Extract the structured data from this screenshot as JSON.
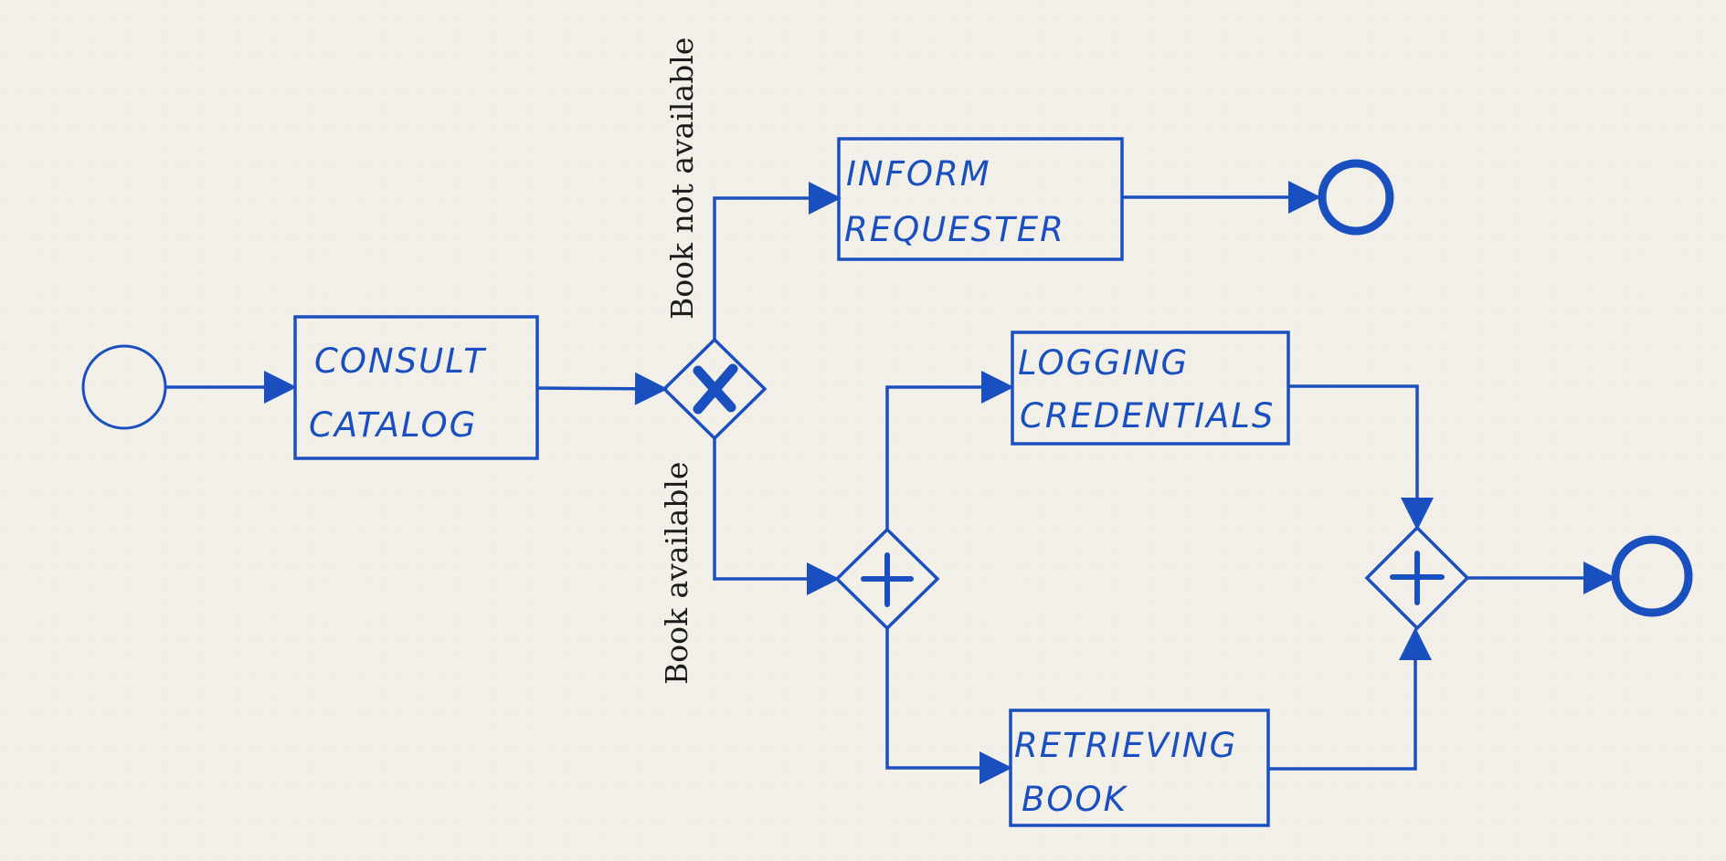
{
  "diagram": {
    "tasks": {
      "consult_catalog": [
        "CONSULT",
        "CATALOG"
      ],
      "inform_requester": [
        "INFORM",
        "REQUESTER"
      ],
      "logging_credentials": [
        "LOGGING",
        "CREDENTIALS"
      ],
      "retrieving_book": [
        "RETRIEVING",
        "BOOK"
      ]
    },
    "edge_labels": {
      "not_available": "Book not available",
      "available": "Book available"
    },
    "colors": {
      "ink": "#1a4fbf",
      "paper": "#f3f0e9",
      "label_text": "#1c1c1c"
    },
    "icons": {
      "exclusive_gateway": "x-icon",
      "parallel_gateway": "plus-icon"
    }
  }
}
